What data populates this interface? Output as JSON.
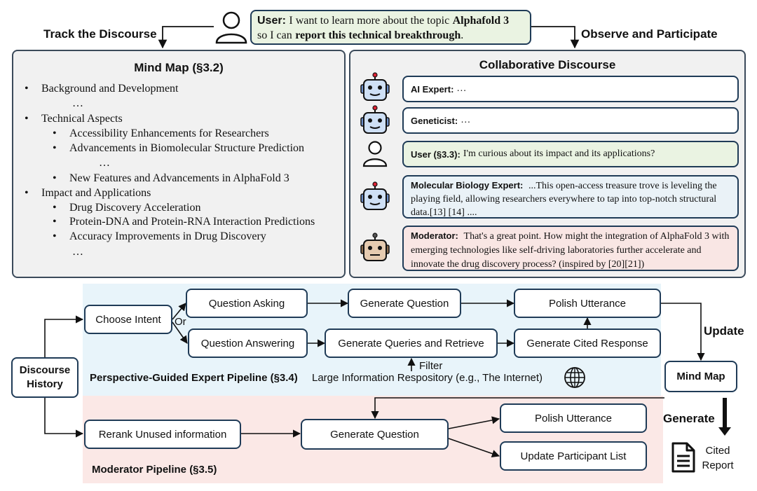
{
  "user_prompt": {
    "speaker": "User:",
    "pre": "I want to learn more about the topic",
    "topic": "Alphafold 3",
    "mid": "so I can",
    "goal": "report this technical breakthrough",
    "end": "."
  },
  "track_label": "Track the Discourse",
  "observe_label": "Observe and Participate",
  "mind_map": {
    "title": "Mind Map (§3.2)",
    "items": [
      "Background and Development",
      "…",
      "Technical Aspects",
      "Accessibility Enhancements for Researchers",
      "Advancements in Biomolecular Structure Prediction",
      "…",
      "New Features and Advancements in AlphaFold 3",
      "Impact and Applications",
      "Drug Discovery Acceleration",
      "Protein-DNA and Protein-RNA Interaction Predictions",
      "Accuracy Improvements in Drug Discovery",
      "…"
    ]
  },
  "discourse": {
    "title": "Collaborative Discourse",
    "messages": [
      {
        "speaker": "AI Expert:",
        "text": "…"
      },
      {
        "speaker": "Geneticist:",
        "text": "…"
      },
      {
        "speaker": "User (§3.3):",
        "text": "I'm curious about its impact and its applications?"
      },
      {
        "speaker": "Molecular Biology Expert:",
        "text": "...This open-access treasure trove is leveling the playing field, allowing researchers everywhere to tap into top-notch structural data.[13] [14] ...."
      },
      {
        "speaker": "Moderator:",
        "text": "That's a great point. How might the integration of AlphaFold 3 with emerging technologies like self-driving laboratories further accelerate and innovate the drug discovery process? (inspired by [20][21])"
      }
    ]
  },
  "pipeline": {
    "choose_intent": "Choose Intent",
    "or": "Or",
    "question_asking": "Question Asking",
    "question_answering": "Question Answering",
    "generate_question": "Generate Question",
    "generate_queries": "Generate Queries and Retrieve",
    "polish_utterance": "Polish Utterance",
    "generate_cited": "Generate Cited Response",
    "filter": "Filter",
    "repository": "Large Information Respository (e.g., The Internet)",
    "expert_label": "Perspective-Guided Expert Pipeline (§3.4)",
    "update": "Update",
    "mind_map_node": "Mind Map",
    "discourse_history": "Discourse History",
    "generate": "Generate",
    "cited_report": "Cited Report",
    "rerank": "Rerank Unused information",
    "mod_generate_question": "Generate Question",
    "mod_polish": "Polish Utterance",
    "update_participants": "Update Participant List",
    "moderator_label": "Moderator Pipeline (§3.5)"
  },
  "colors": {
    "expert_bg": "#e8f4fa",
    "moderator_bg": "#fbe8e6",
    "border": "#1f3b57",
    "robot_blue": "#cfe0f5",
    "robot_tan": "#e6cbb0"
  }
}
